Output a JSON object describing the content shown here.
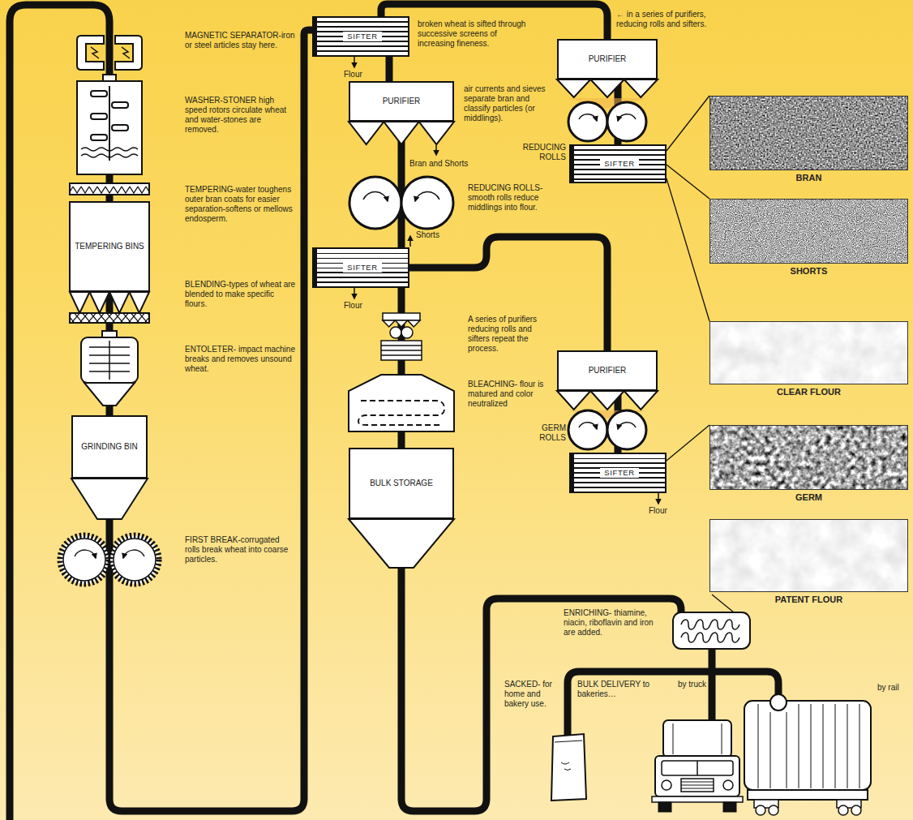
{
  "diagram": {
    "nodes": [
      {
        "text": [
          "TEMPERING BINS"
        ]
      },
      {
        "text": [
          "GRINDING BIN"
        ]
      },
      {
        "text": [
          "SIFTER"
        ]
      },
      {
        "text": [
          "PURIFIER"
        ]
      },
      {
        "text": [
          "SIFTER"
        ]
      },
      {
        "text": [
          "BULK STORAGE"
        ]
      },
      {
        "text": [
          "PURIFIER"
        ]
      },
      {
        "text": [
          "SIFTER"
        ]
      },
      {
        "text": [
          "PURIFIER"
        ]
      },
      {
        "text": [
          "SIFTER"
        ]
      },
      {
        "text": [
          "BRAN"
        ]
      },
      {
        "text": [
          "SHORTS"
        ]
      },
      {
        "text": [
          "CLEAR FLOUR"
        ]
      },
      {
        "text": [
          "GERM"
        ]
      },
      {
        "text": [
          "PATENT FLOUR"
        ]
      }
    ],
    "edges": [
      {
        "from": 0,
        "to": 1,
        "arrow": "none"
      },
      {
        "from": 1,
        "to": 2,
        "arrow": "none"
      },
      {
        "from": 2,
        "to": 3,
        "arrow": "none"
      },
      {
        "from": 2,
        "to": 6,
        "arrow": "none"
      },
      {
        "from": 3,
        "to": 4,
        "arrow": "none"
      },
      {
        "from": 4,
        "to": 5,
        "arrow": "none"
      },
      {
        "from": 4,
        "to": 8,
        "arrow": "none"
      },
      {
        "from": 6,
        "to": 7,
        "arrow": "none"
      },
      {
        "from": 8,
        "to": 9,
        "arrow": "none"
      },
      {
        "from": 7,
        "to": 10,
        "arrow": "none"
      },
      {
        "from": 7,
        "to": 11,
        "arrow": "none"
      },
      {
        "from": 7,
        "to": 12,
        "arrow": "none"
      },
      {
        "from": 9,
        "to": 13,
        "arrow": "none"
      }
    ],
    "labels": [
      "← in a series of purifiers, reducing rolls and sifters.",
      "MAGNETIC SEPARATOR-iron or steel articles stay here.",
      "WASHER-STONER high speed rotors circulate wheat and water-stones are removed.",
      "TEMPERING-water toughens outer bran coats for easier separation-softens or mellows endosperm.",
      "BLENDING-types of wheat are blended to make specific flours.",
      "ENTOLETER- impact machine breaks and removes unsound wheat.",
      "FIRST BREAK-corrugated rolls break wheat into coarse particles.",
      "broken wheat is sifted through successive screens of increasing fineness.",
      "Flour",
      "air currents and sieves separate bran and classify particles (or middlings).",
      "Bran and Shorts",
      "REDUCING ROLLS- smooth rolls reduce middlings into flour.",
      "Shorts",
      "Flour",
      "A series of purifiers reducing rolls and sifters repeat the process.",
      "BLEACHING- flour is matured and color neutralized",
      "REDUCING ROLLS",
      "GERM ROLLS",
      "Flour",
      "ENRICHING- thiamine, niacin, riboflavin and iron are added.",
      "SACKED- for home and bakery use.",
      "BULK DELIVERY to bakeries…",
      "by truck",
      "by rail"
    ]
  }
}
